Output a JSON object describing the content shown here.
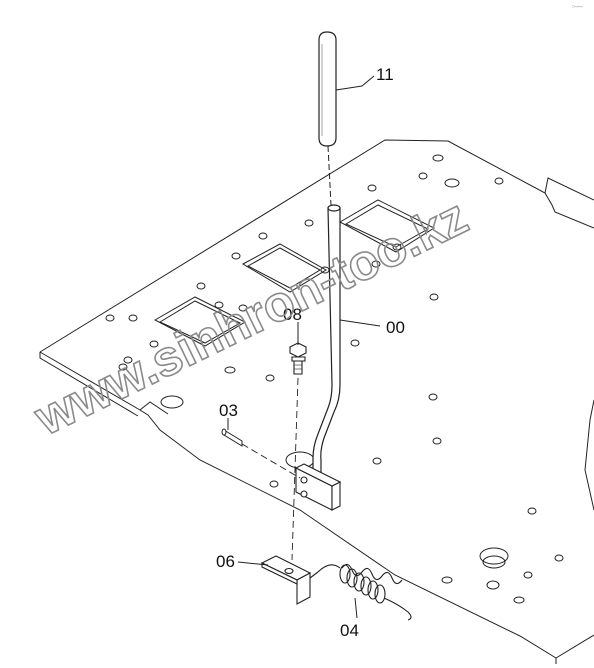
{
  "diagram": {
    "corner_mark": "▫—",
    "watermark": "www.sinhron-too.kz",
    "part_labels": {
      "p11": "11",
      "p00": "00",
      "p08": "08",
      "p03": "03",
      "p06": "06",
      "p04": "04"
    }
  }
}
